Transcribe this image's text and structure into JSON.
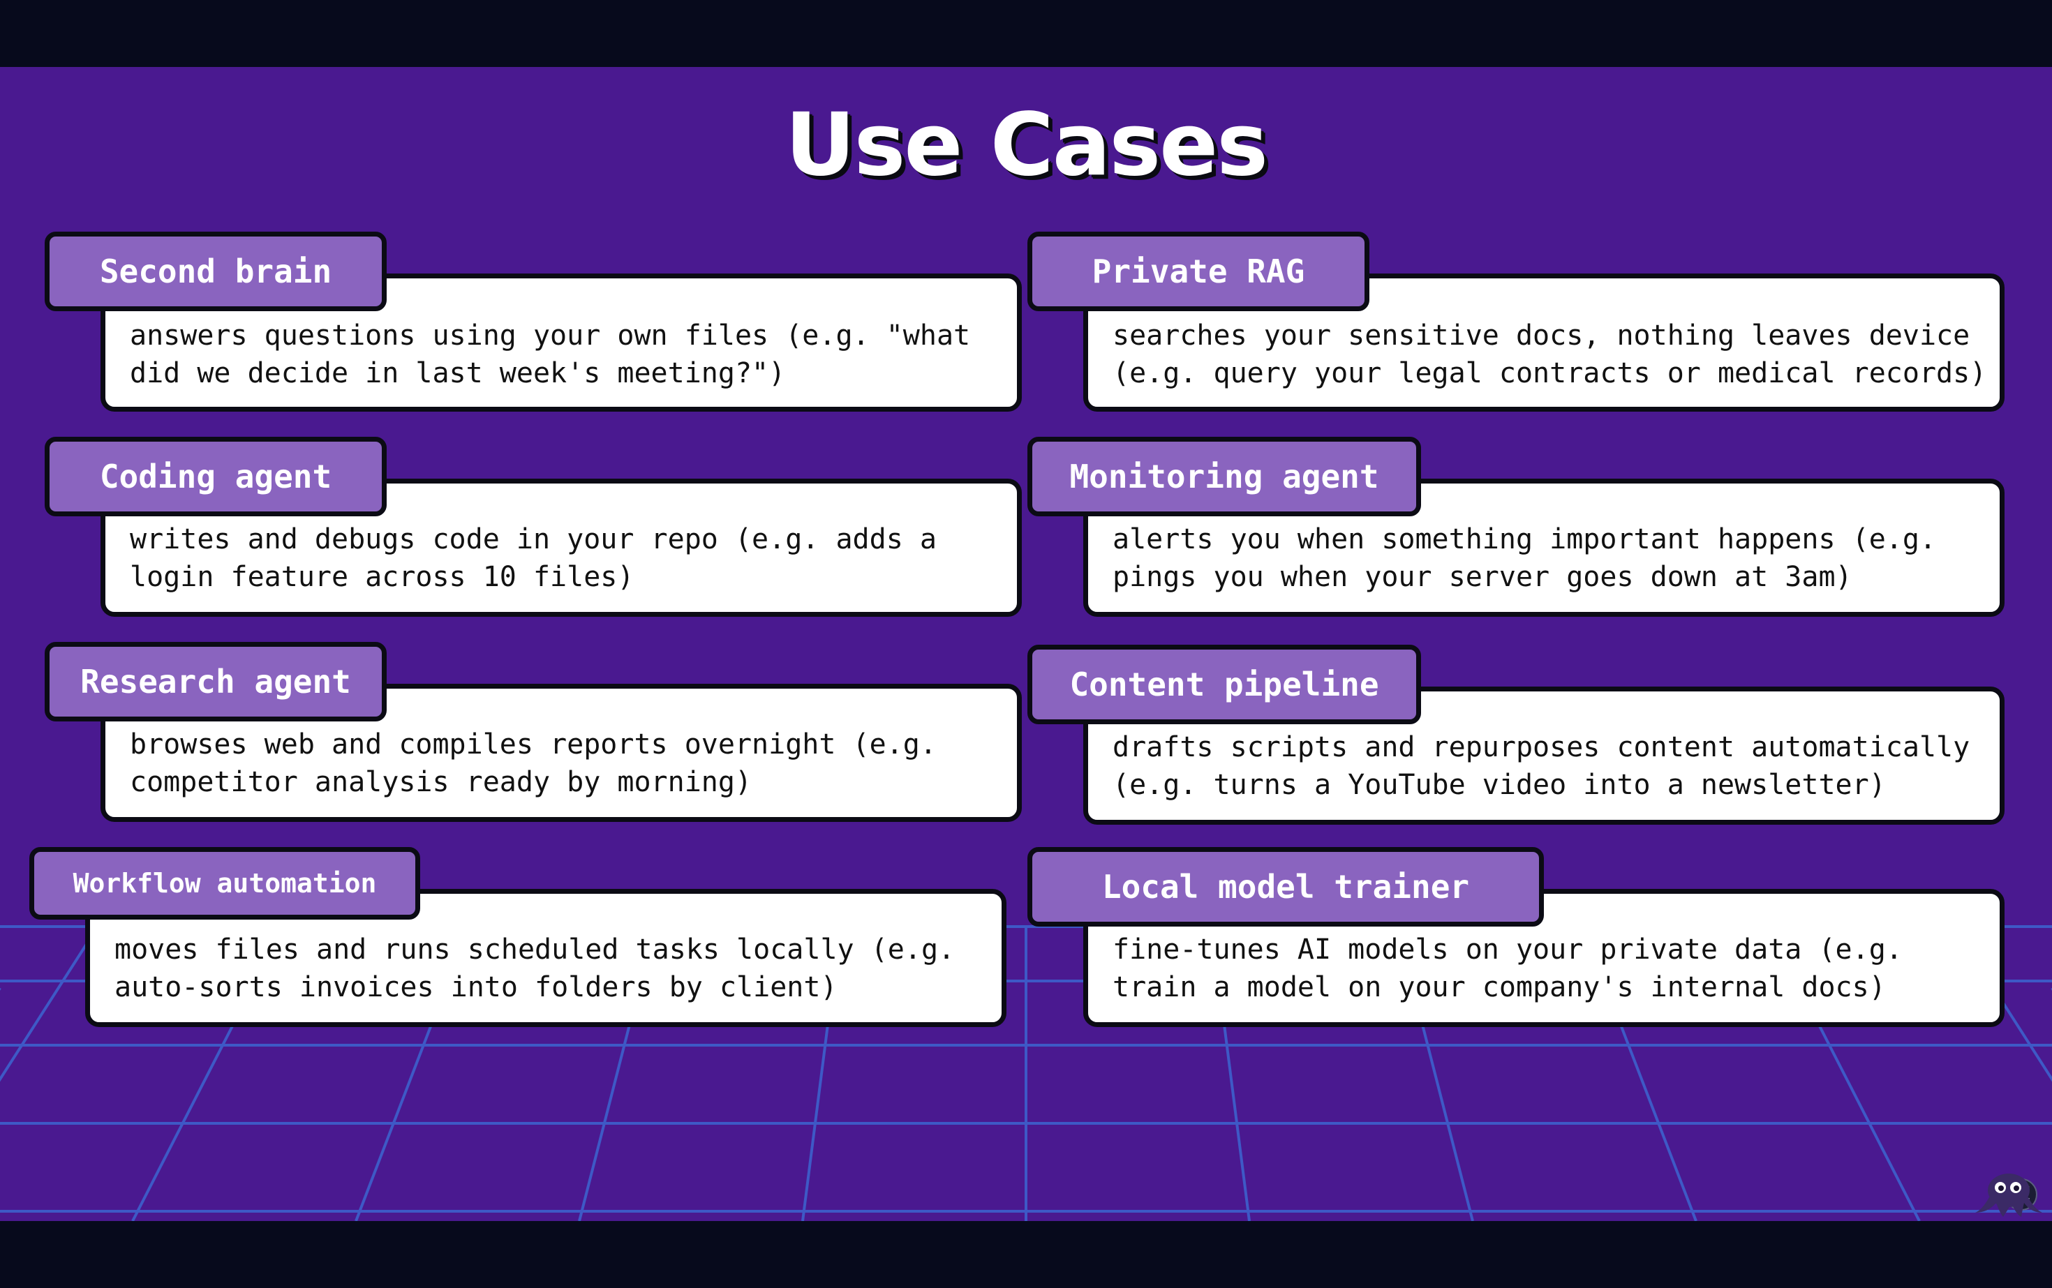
{
  "slide": {
    "title": "Use Cases",
    "colors": {
      "background": "#4a1990",
      "tab": "#8a64bf",
      "card": "#ffffff",
      "outline": "#0b0b14",
      "grid": "#3a6fd8"
    }
  },
  "use_cases": [
    {
      "label": "Second brain",
      "description": "answers questions using your own files (e.g. \"what\ndid we decide in last week's meeting?\")"
    },
    {
      "label": "Private RAG",
      "description": "searches your sensitive docs, nothing leaves device\n(e.g. query your legal contracts or medical records)"
    },
    {
      "label": "Coding agent",
      "description": "writes and debugs code in your repo (e.g. adds a\nlogin feature across 10 files)"
    },
    {
      "label": "Monitoring agent",
      "description": "alerts you when something important happens (e.g.\npings you when your server goes down at 3am)"
    },
    {
      "label": "Research agent",
      "description": "browses web and compiles reports overnight (e.g.\ncompetitor analysis ready by morning)"
    },
    {
      "label": "Content pipeline",
      "description": "drafts scripts and repurposes content automatically\n(e.g. turns a YouTube video into a newsletter)"
    },
    {
      "label": "Workflow automation",
      "description": "moves files and runs scheduled tasks locally (e.g.\nauto-sorts invoices into folders by client)"
    },
    {
      "label": "Local model trainer",
      "description": "fine-tunes AI models on your private data (e.g.\ntrain a model on your company's internal docs)"
    }
  ],
  "icons": {
    "corner_mascot": "octopus-icon",
    "corner_button": "scan-icon"
  }
}
